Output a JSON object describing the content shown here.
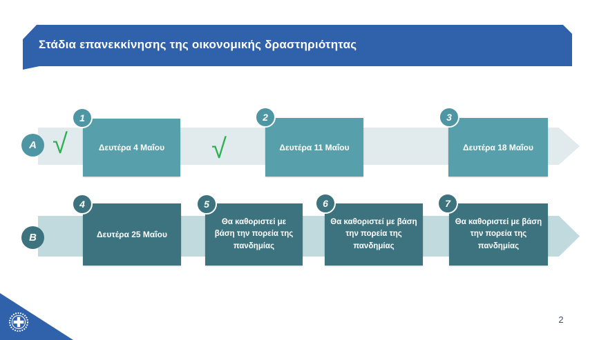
{
  "slide": {
    "title": "Στάδια επανεκκίνησης της οικονομικής δραστηριότητας",
    "page_number": "2"
  },
  "colors": {
    "title_bar_blue": "#3061ab",
    "row_a_band": "#e1ebee",
    "row_a_box": "#57a0ab",
    "row_a_circle": "#4f96a4",
    "row_b_band": "#c0dade",
    "row_b_box": "#3c737e",
    "checkmark_green": "#2eb052",
    "text_white": "#ffffff"
  },
  "icons": {
    "checkmark": "√",
    "logo": "greek-government-emblem"
  },
  "rows": [
    {
      "label": "A",
      "steps": [
        {
          "number": "1",
          "label": "Δευτέρα 4 Μαΐου",
          "completed": true
        },
        {
          "number": "2",
          "label": "Δευτέρα 11 Μαΐου",
          "completed": true
        },
        {
          "number": "3",
          "label": "Δευτέρα 18 Μαΐου",
          "completed": false
        }
      ]
    },
    {
      "label": "B",
      "steps": [
        {
          "number": "4",
          "label": "Δευτέρα 25 Μαΐου",
          "completed": false
        },
        {
          "number": "5",
          "label": "Θα καθοριστεί με βάση την πορεία της πανδημίας",
          "completed": false
        },
        {
          "number": "6",
          "label": "Θα καθοριστεί με βάση την πορεία της πανδημίας",
          "completed": false
        },
        {
          "number": "7",
          "label": "Θα καθοριστεί με βάση την πορεία της πανδημίας",
          "completed": false
        }
      ]
    }
  ]
}
